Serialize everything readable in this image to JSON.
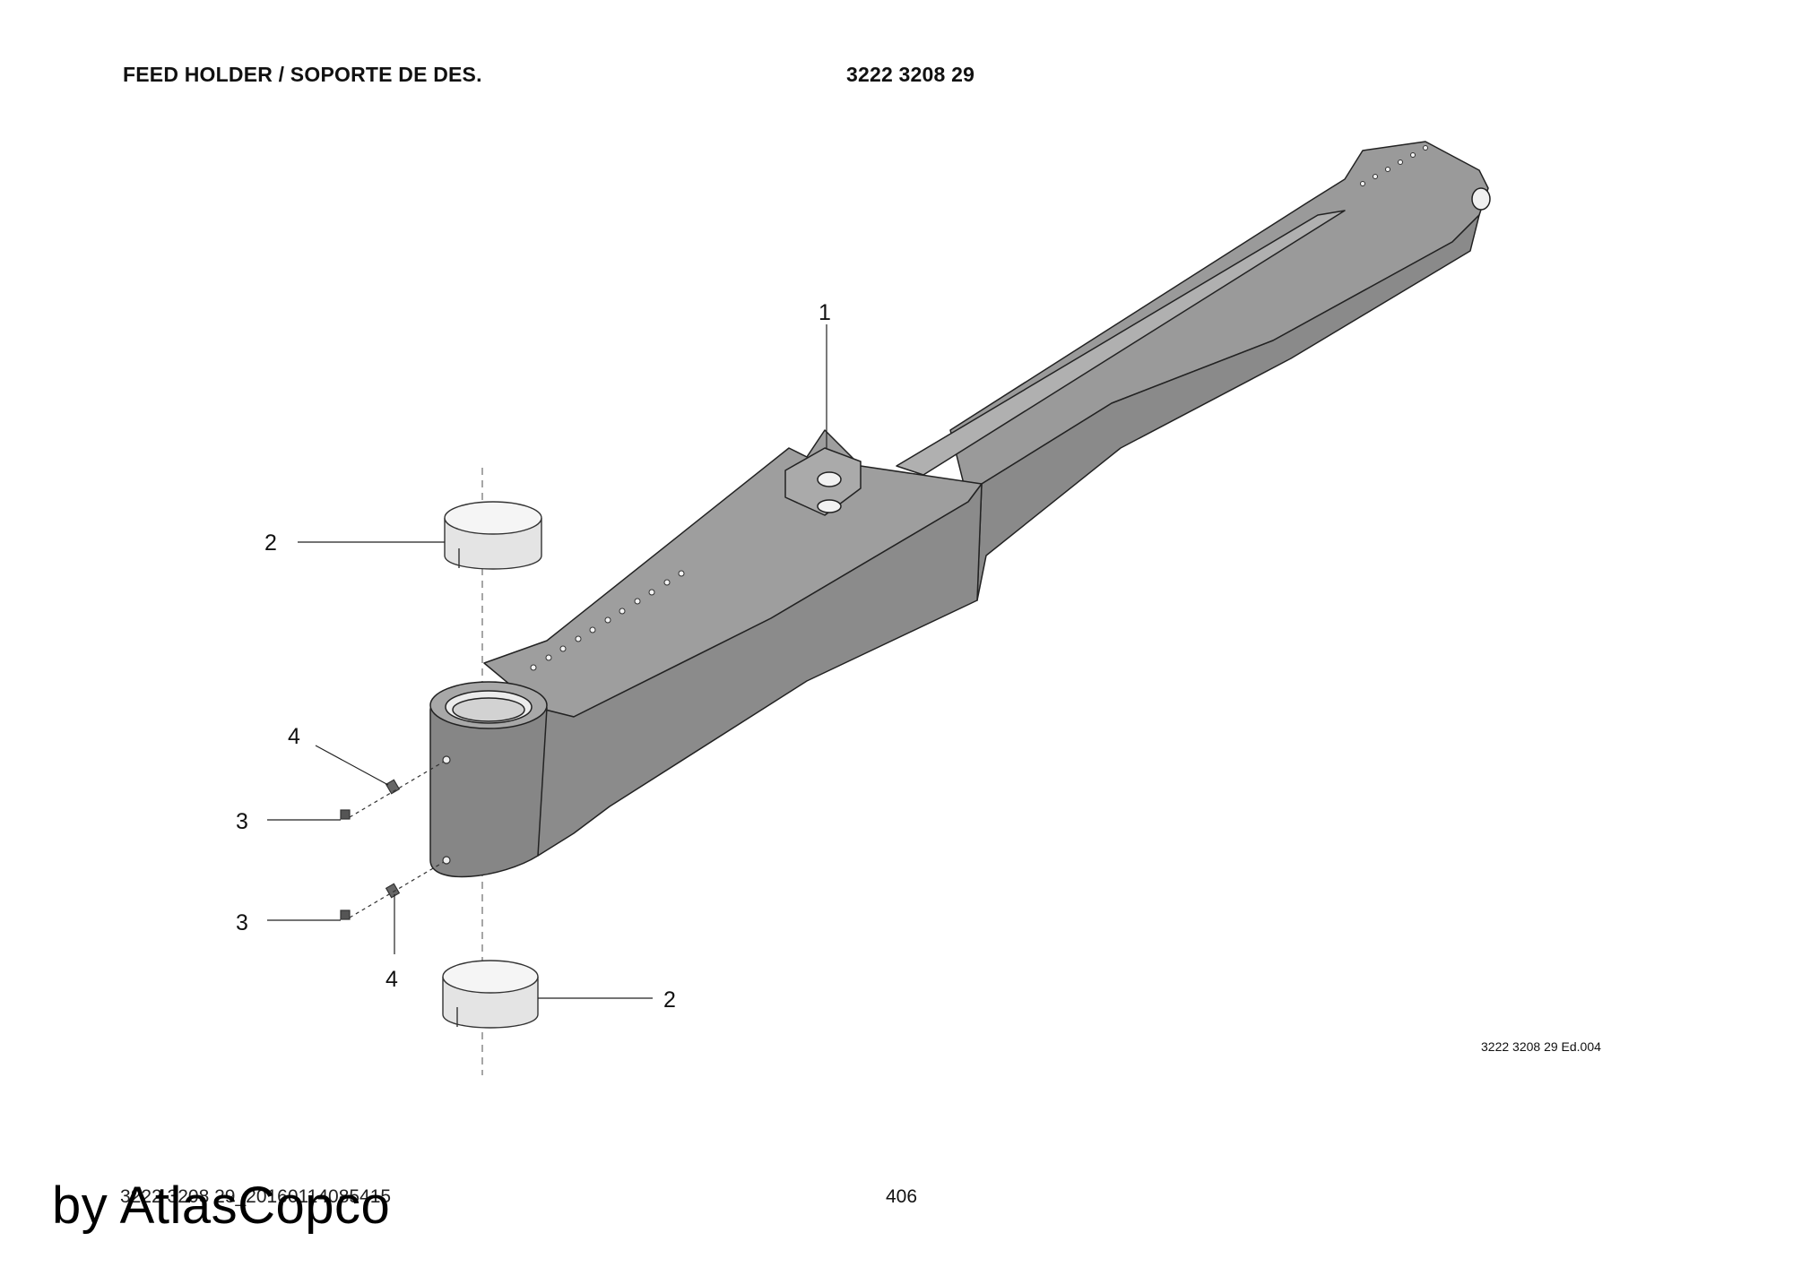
{
  "header": {
    "title": "FEED HOLDER / SOPORTE DE DES.",
    "part_number": "3222 3208 29"
  },
  "callouts": {
    "c1": "1",
    "c2_top": "2",
    "c2_bottom": "2",
    "c3_top": "3",
    "c3_bottom": "3",
    "c4_top": "4",
    "c4_bottom": "4"
  },
  "edition": "3222 3208 29 Ed.004",
  "footer": {
    "reference": "3222 3208 29_20160114085415",
    "page": "406"
  },
  "watermark": "by AtlasCopco",
  "colors": {
    "part_fill": "#8f8f8f",
    "part_dark": "#7a7a7a",
    "part_light": "#a3a3a3",
    "line": "#222222"
  }
}
